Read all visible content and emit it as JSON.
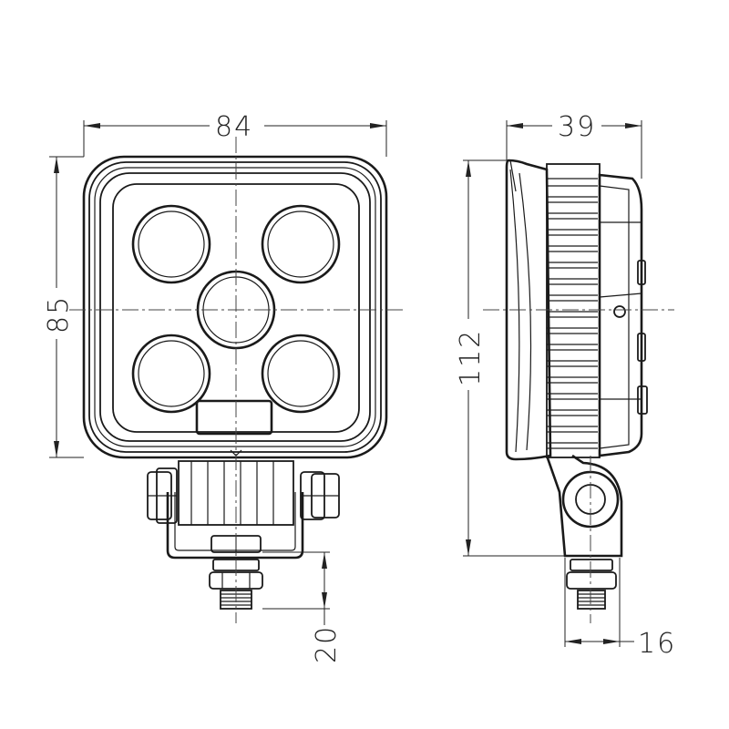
{
  "drawing": {
    "front_view": {
      "width_dimension": "84",
      "height_dimension": "85",
      "bracket_dimension": "20"
    },
    "side_view": {
      "depth_dimension": "39",
      "total_height_dimension": "112",
      "bracket_dimension": "16"
    },
    "colors": {
      "line": "#1a1a1a",
      "background": "#ffffff"
    }
  }
}
